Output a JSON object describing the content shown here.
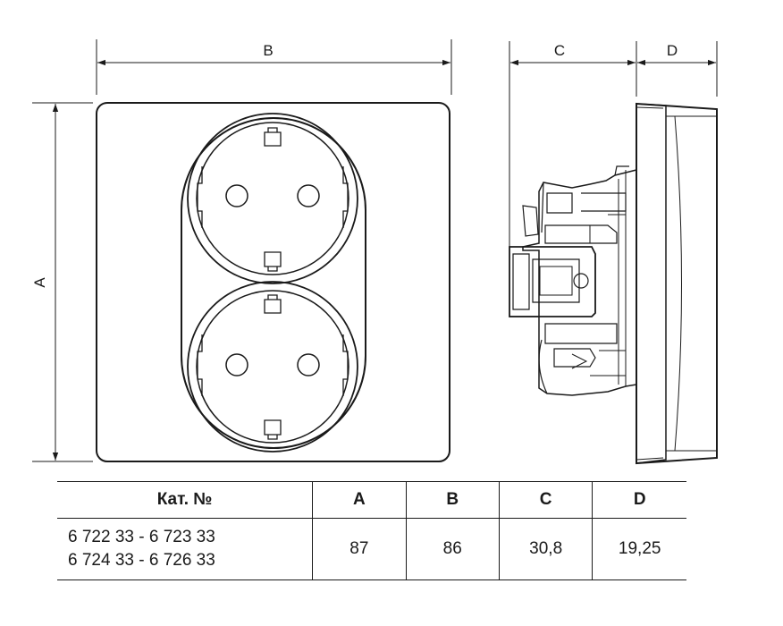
{
  "dimensions": {
    "a": "A",
    "b": "B",
    "c": "C",
    "d": "D"
  },
  "table": {
    "headers": [
      "Кат. №",
      "A",
      "B",
      "C",
      "D"
    ],
    "row": {
      "catalog": [
        "6 722 33 - 6 723 33",
        "6 724 33 - 6 726 33"
      ],
      "a": "87",
      "b": "86",
      "c": "30,8",
      "d": "19,25"
    }
  }
}
